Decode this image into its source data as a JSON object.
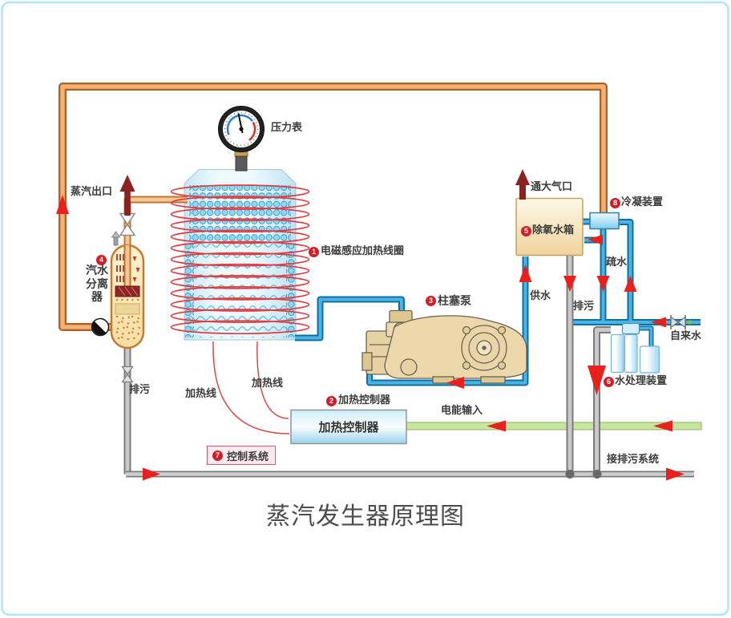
{
  "title": "蒸汽发生器原理图",
  "components": {
    "pressure_gauge": {
      "label": "压力表"
    },
    "heating_coil": {
      "num": "1",
      "label": "电磁感应加热线圈"
    },
    "heating_controller": {
      "num": "2",
      "label": "加热控制器",
      "box_text": "加热控制器"
    },
    "plunger_pump": {
      "num": "3",
      "label": "柱塞泵"
    },
    "separator": {
      "num": "4",
      "line1": "汽水",
      "line2": "分离",
      "line3": "器"
    },
    "deaerator_tank": {
      "num": "5",
      "label": "除氧水箱"
    },
    "water_treatment": {
      "num": "6",
      "label": "水处理装置"
    },
    "control_system": {
      "num": "7",
      "label": "控制系统"
    },
    "condenser": {
      "num": "8",
      "label": "冷凝装置"
    }
  },
  "flows": {
    "steam_outlet": "蒸汽出口",
    "vent": "通大气口",
    "trap_drain": "疏水",
    "feed_water": "供水",
    "blowdown_tank": "排污",
    "blowdown_separator": "排污",
    "tap_water": "自来水",
    "power_input": "电能输入",
    "heating_wire_1": "加热线",
    "heating_wire_2": "加热线",
    "to_blowdown_system": "接排污系统"
  },
  "colors": {
    "steam_pipe": "#b35f20",
    "water_pipe": "#1470a5",
    "drain_pipe": "#7b7b7b",
    "power_line": "#c9e6a0",
    "arrow_red": "#e8211d",
    "arrow_dark_red": "#8b2121",
    "badge_red": "#d21e26",
    "coil_red": "#e23b40",
    "frame_border": "#aee6f4"
  }
}
